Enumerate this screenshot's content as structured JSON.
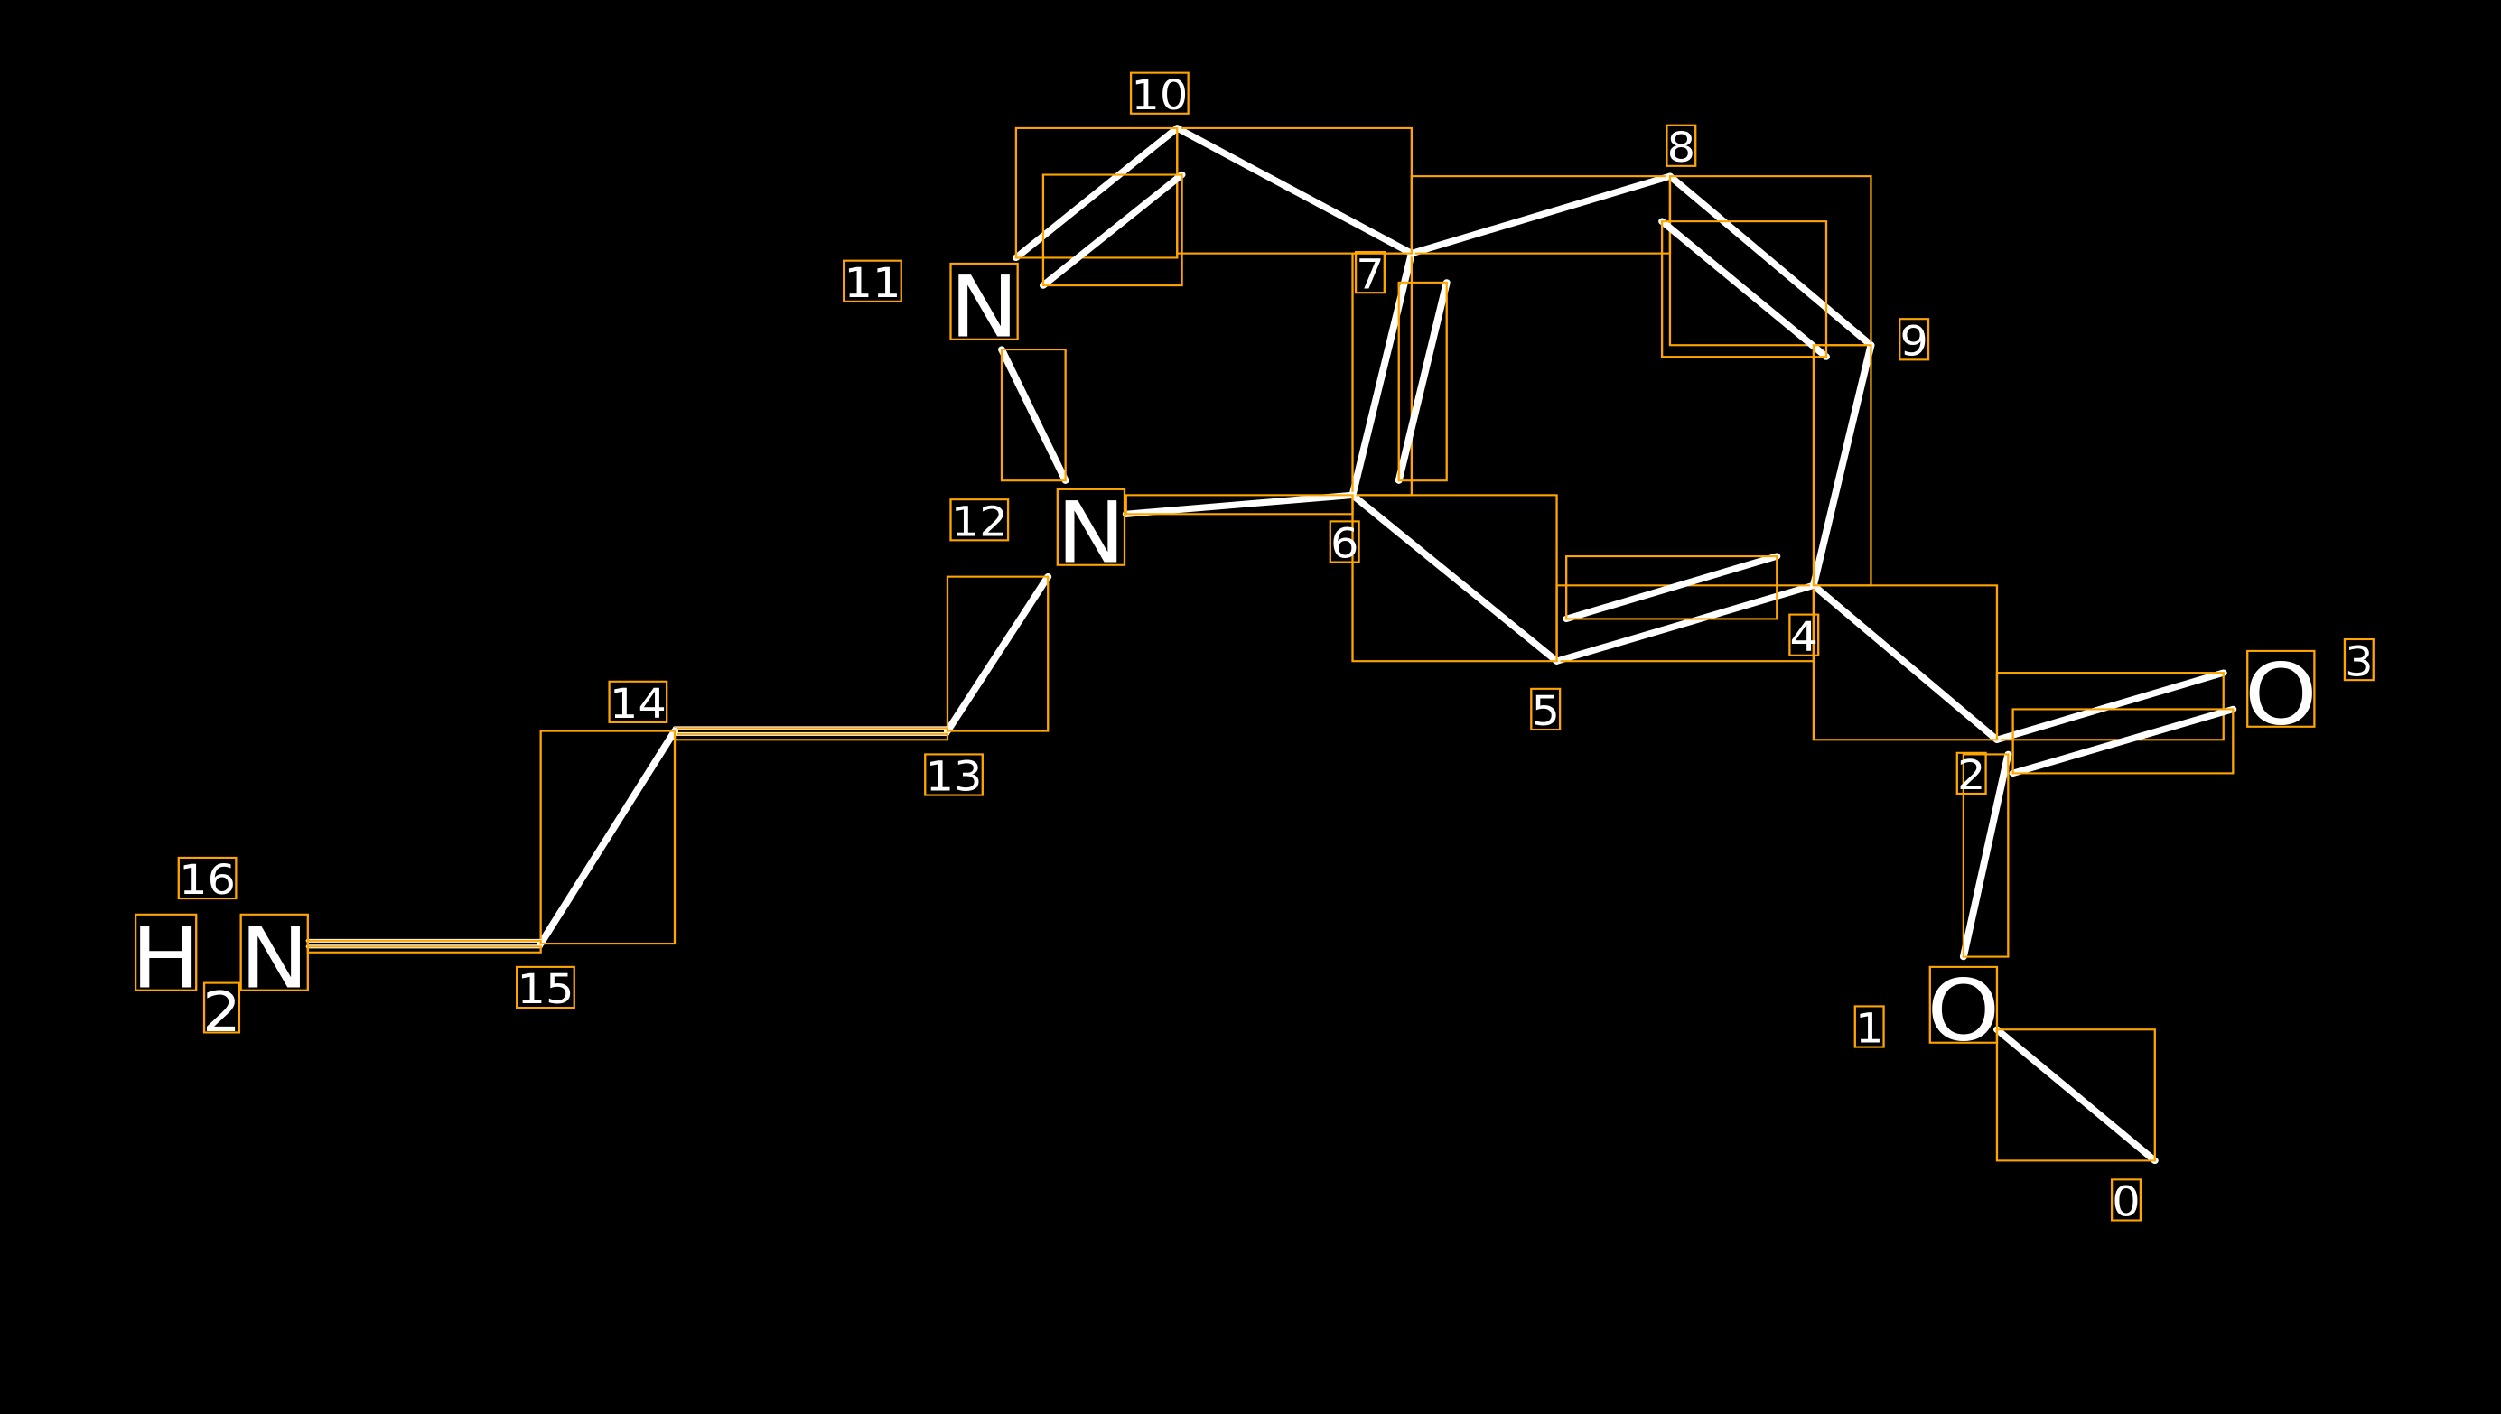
{
  "colors": {
    "background": "#000000",
    "bond": "#ffffff",
    "box": "#ffa500",
    "text": "#ffffff"
  },
  "atoms": [
    {
      "index": "0",
      "symbol": ""
    },
    {
      "index": "1",
      "symbol": "O"
    },
    {
      "index": "2",
      "symbol": ""
    },
    {
      "index": "3",
      "symbol": "O"
    },
    {
      "index": "4",
      "symbol": ""
    },
    {
      "index": "5",
      "symbol": ""
    },
    {
      "index": "6",
      "symbol": ""
    },
    {
      "index": "7",
      "symbol": ""
    },
    {
      "index": "8",
      "symbol": ""
    },
    {
      "index": "9",
      "symbol": ""
    },
    {
      "index": "10",
      "symbol": ""
    },
    {
      "index": "11",
      "symbol": "N"
    },
    {
      "index": "12",
      "symbol": "N"
    },
    {
      "index": "13",
      "symbol": ""
    },
    {
      "index": "14",
      "symbol": ""
    },
    {
      "index": "15",
      "symbol": ""
    },
    {
      "index": "16",
      "symbol": "N",
      "prefix": "H",
      "subscript": "2"
    }
  ],
  "bonds": [
    {
      "from": 0,
      "to": 1,
      "order": 1
    },
    {
      "from": 1,
      "to": 2,
      "order": 1
    },
    {
      "from": 2,
      "to": 3,
      "order": 2
    },
    {
      "from": 2,
      "to": 4,
      "order": 1
    },
    {
      "from": 4,
      "to": 5,
      "order": 2
    },
    {
      "from": 5,
      "to": 6,
      "order": 1
    },
    {
      "from": 6,
      "to": 7,
      "order": 2
    },
    {
      "from": 7,
      "to": 8,
      "order": 1
    },
    {
      "from": 8,
      "to": 9,
      "order": 2
    },
    {
      "from": 9,
      "to": 4,
      "order": 1
    },
    {
      "from": 7,
      "to": 10,
      "order": 1
    },
    {
      "from": 10,
      "to": 11,
      "order": 2
    },
    {
      "from": 11,
      "to": 12,
      "order": 1
    },
    {
      "from": 6,
      "to": 12,
      "order": 1
    },
    {
      "from": 12,
      "to": 13,
      "order": 1
    },
    {
      "from": 13,
      "to": 14,
      "order": 2
    },
    {
      "from": 14,
      "to": 15,
      "order": 1
    },
    {
      "from": 15,
      "to": 16,
      "order": 2
    }
  ]
}
